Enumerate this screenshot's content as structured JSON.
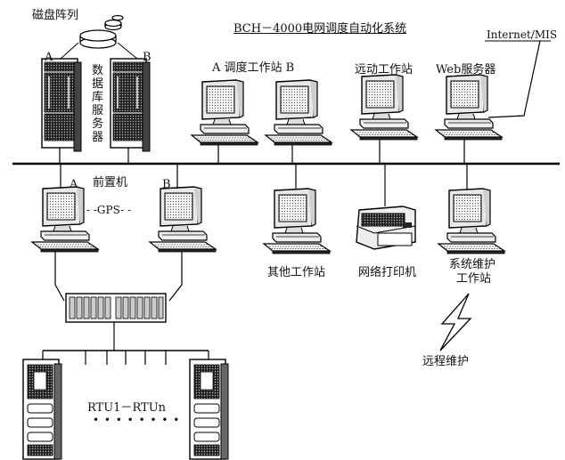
{
  "title": "BCH－4000电网调度自动化系统",
  "internet_label": "Internet/MIS",
  "disk_array_label": "磁盘阵列",
  "db_server_a_label": "A",
  "db_server_b_label": "B",
  "db_server_label": "数据库服务器",
  "dispatch_label": "A 调度工作站 B",
  "remote_station_label": "远动工作站",
  "web_server_label": "Web服务器",
  "front_end_label": "前置机",
  "front_end_a_label": "A",
  "front_end_b_label": "B",
  "gps_label": "- -GPS- -",
  "other_station_label": "其他工作站",
  "network_printer_label": "网络打印机",
  "sys_maint_label_1": "系统维护",
  "sys_maint_label_2": "工作站",
  "remote_maint_label": "远程维护",
  "rtu_label": "RTU1－RTUn",
  "rtu_dots": "• • • •    • • • •"
}
